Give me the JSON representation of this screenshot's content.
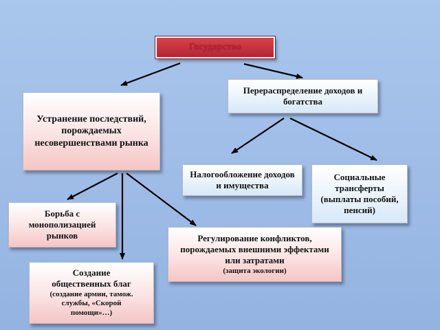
{
  "diagram": {
    "root": {
      "label": "Государство"
    },
    "market_fix": {
      "label": "Устранение последствий, порождаемых несовершенствами рынка"
    },
    "redistribution": {
      "label": "Перераспределение доходов и богатства"
    },
    "taxation": {
      "label": "Налогообложение доходов и имущества"
    },
    "transfers": {
      "label": "Социальные трансферты (выплаты пособий, пенсий)"
    },
    "monopoly": {
      "label": "Борьба с монополизацией рынков"
    },
    "regulation": {
      "label": "Регулирование конфликтов, порождаемых внешними эффектами или затратами",
      "note": "(защита экологии)"
    },
    "public_goods": {
      "label": "Создание общественных благ",
      "note": "(создание армии, тамож. службы, «Скорой помощи»…)"
    }
  },
  "colors": {
    "background": "#a9c6ec",
    "root_fill": "#c0303c",
    "pink_box": "#f5c5c5",
    "blue_box": "#d7e8f7",
    "arrow": "#000000"
  }
}
